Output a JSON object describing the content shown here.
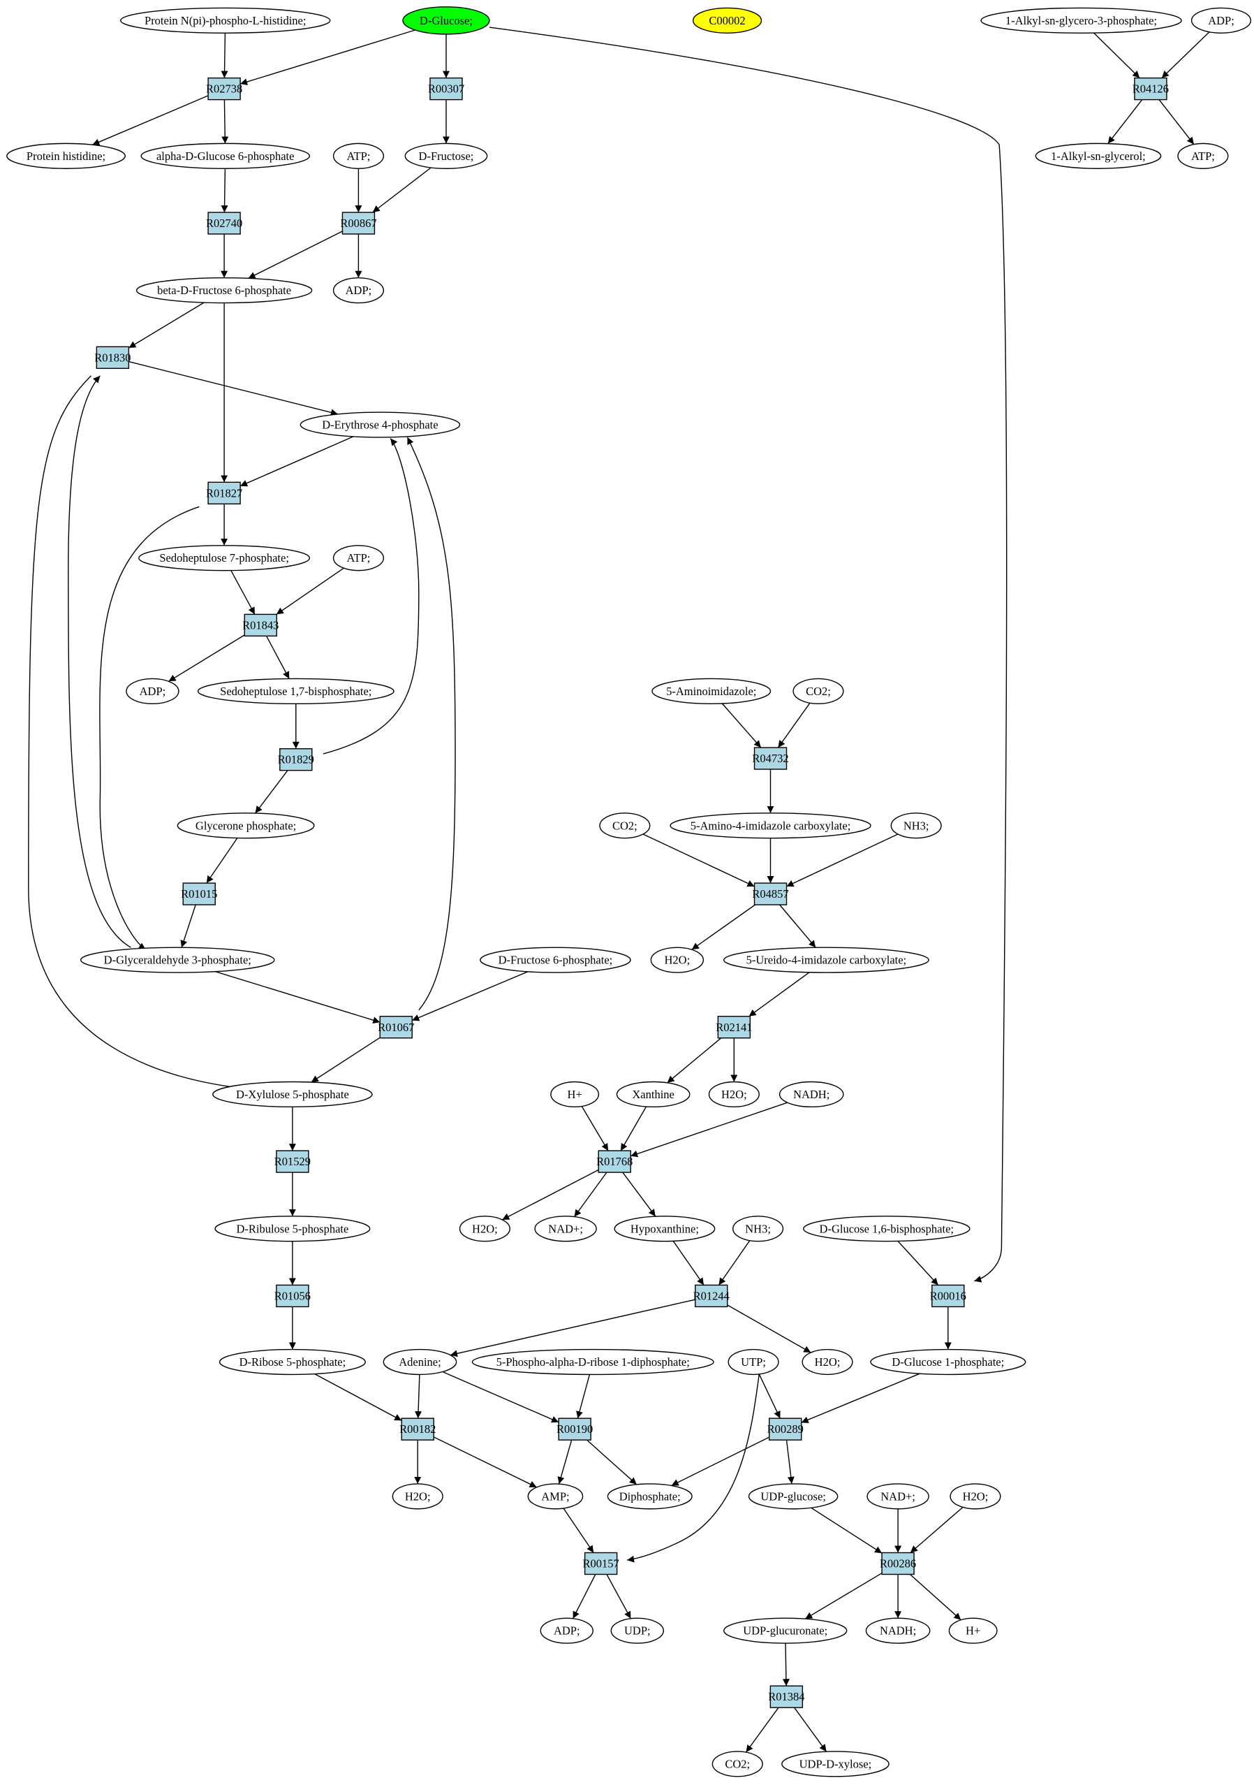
{
  "colors": {
    "reaction_fill": "#add8e6",
    "compound_fill": "#ffffff",
    "source_fill": "#00ff00",
    "highlight_fill": "#ffff00",
    "stroke": "#000000"
  },
  "nodes": {
    "n_prot_phis": {
      "kind": "compound",
      "label": "Protein N(pi)-phospho-L-histidine;"
    },
    "n_dglc": {
      "kind": "compound",
      "label": "D-Glucose;",
      "fill": "#00ff00"
    },
    "n_c00002": {
      "kind": "compound",
      "label": "C00002",
      "fill": "#ffff00"
    },
    "n_alkylg3p": {
      "kind": "compound",
      "label": "1-Alkyl-sn-glycero-3-phosphate;"
    },
    "n_adp_top": {
      "kind": "compound",
      "label": "ADP;"
    },
    "r_R02738": {
      "kind": "reaction",
      "label": "R02738"
    },
    "r_R00307": {
      "kind": "reaction",
      "label": "R00307"
    },
    "r_R04126": {
      "kind": "reaction",
      "label": "R04126"
    },
    "n_prot_his": {
      "kind": "compound",
      "label": "Protein histidine;"
    },
    "n_adg6p": {
      "kind": "compound",
      "label": "alpha-D-Glucose 6-phosphate"
    },
    "n_atp_1": {
      "kind": "compound",
      "label": "ATP;"
    },
    "n_dfru": {
      "kind": "compound",
      "label": "D-Fructose;"
    },
    "n_alkylglycerol": {
      "kind": "compound",
      "label": "1-Alkyl-sn-glycerol;"
    },
    "n_atp_top": {
      "kind": "compound",
      "label": "ATP;"
    },
    "r_R02740": {
      "kind": "reaction",
      "label": "R02740"
    },
    "r_R00867": {
      "kind": "reaction",
      "label": "R00867"
    },
    "n_bdf6p": {
      "kind": "compound",
      "label": "beta-D-Fructose 6-phosphate"
    },
    "n_adp_1": {
      "kind": "compound",
      "label": "ADP;"
    },
    "r_R01830": {
      "kind": "reaction",
      "label": "R01830"
    },
    "n_e4p": {
      "kind": "compound",
      "label": "D-Erythrose 4-phosphate"
    },
    "r_R01827": {
      "kind": "reaction",
      "label": "R01827"
    },
    "n_s7p": {
      "kind": "compound",
      "label": "Sedoheptulose 7-phosphate;"
    },
    "n_atp_2": {
      "kind": "compound",
      "label": "ATP;"
    },
    "r_R01843": {
      "kind": "reaction",
      "label": "R01843"
    },
    "n_adp_2": {
      "kind": "compound",
      "label": "ADP;"
    },
    "n_s17bp": {
      "kind": "compound",
      "label": "Sedoheptulose 1,7-bisphosphate;"
    },
    "r_R01829": {
      "kind": "reaction",
      "label": "R01829"
    },
    "n_dhap": {
      "kind": "compound",
      "label": "Glycerone phosphate;"
    },
    "r_R01015": {
      "kind": "reaction",
      "label": "R01015"
    },
    "n_ga3p": {
      "kind": "compound",
      "label": "D-Glyceraldehyde 3-phosphate;"
    },
    "n_df6p": {
      "kind": "compound",
      "label": "D-Fructose 6-phosphate;"
    },
    "r_R01067": {
      "kind": "reaction",
      "label": "R01067"
    },
    "n_xu5p": {
      "kind": "compound",
      "label": "D-Xylulose 5-phosphate"
    },
    "r_R01529": {
      "kind": "reaction",
      "label": "R01529"
    },
    "n_ru5p": {
      "kind": "compound",
      "label": "D-Ribulose 5-phosphate"
    },
    "r_R01056": {
      "kind": "reaction",
      "label": "R01056"
    },
    "n_r5p": {
      "kind": "compound",
      "label": "D-Ribose 5-phosphate;"
    },
    "n_aim": {
      "kind": "compound",
      "label": "5-Aminoimidazole;"
    },
    "n_co2_1": {
      "kind": "compound",
      "label": "CO2;"
    },
    "r_R04732": {
      "kind": "reaction",
      "label": "R04732"
    },
    "n_co2_2": {
      "kind": "compound",
      "label": "CO2;"
    },
    "n_aic": {
      "kind": "compound",
      "label": "5-Amino-4-imidazole carboxylate;"
    },
    "n_nh3_1": {
      "kind": "compound",
      "label": "NH3;"
    },
    "r_R04857": {
      "kind": "reaction",
      "label": "R04857"
    },
    "n_h2o_1": {
      "kind": "compound",
      "label": "H2O;"
    },
    "n_uic": {
      "kind": "compound",
      "label": "5-Ureido-4-imidazole carboxylate;"
    },
    "r_R02141": {
      "kind": "reaction",
      "label": "R02141"
    },
    "n_hplus_1": {
      "kind": "compound",
      "label": "H+"
    },
    "n_xanthine": {
      "kind": "compound",
      "label": "Xanthine"
    },
    "n_h2o_2": {
      "kind": "compound",
      "label": "H2O;"
    },
    "n_nadh_1": {
      "kind": "compound",
      "label": "NADH;"
    },
    "r_R01768": {
      "kind": "reaction",
      "label": "R01768"
    },
    "n_h2o_3": {
      "kind": "compound",
      "label": "H2O;"
    },
    "n_nadp": {
      "kind": "compound",
      "label": "NAD+;"
    },
    "n_hypox": {
      "kind": "compound",
      "label": "Hypoxanthine;"
    },
    "n_nh3_2": {
      "kind": "compound",
      "label": "NH3;"
    },
    "n_g16bp": {
      "kind": "compound",
      "label": "D-Glucose 1,6-bisphosphate;"
    },
    "r_R01244": {
      "kind": "reaction",
      "label": "R01244"
    },
    "r_R00016": {
      "kind": "reaction",
      "label": "R00016"
    },
    "n_adenine": {
      "kind": "compound",
      "label": "Adenine;"
    },
    "n_prpp": {
      "kind": "compound",
      "label": "5-Phospho-alpha-D-ribose 1-diphosphate;"
    },
    "n_utp": {
      "kind": "compound",
      "label": "UTP;"
    },
    "n_h2o_4": {
      "kind": "compound",
      "label": "H2O;"
    },
    "n_g1p": {
      "kind": "compound",
      "label": "D-Glucose 1-phosphate;"
    },
    "r_R00182": {
      "kind": "reaction",
      "label": "R00182"
    },
    "r_R00190": {
      "kind": "reaction",
      "label": "R00190"
    },
    "r_R00289": {
      "kind": "reaction",
      "label": "R00289"
    },
    "n_h2o_5": {
      "kind": "compound",
      "label": "H2O;"
    },
    "n_amp": {
      "kind": "compound",
      "label": "AMP;"
    },
    "n_diphos": {
      "kind": "compound",
      "label": "Diphosphate;"
    },
    "n_udpglc": {
      "kind": "compound",
      "label": "UDP-glucose;"
    },
    "n_nadplus_2": {
      "kind": "compound",
      "label": "NAD+;"
    },
    "n_h2o_6": {
      "kind": "compound",
      "label": "H2O;"
    },
    "r_R00157": {
      "kind": "reaction",
      "label": "R00157"
    },
    "r_R00286": {
      "kind": "reaction",
      "label": "R00286"
    },
    "n_adp_3": {
      "kind": "compound",
      "label": "ADP;"
    },
    "n_udp": {
      "kind": "compound",
      "label": "UDP;"
    },
    "n_udpglcA": {
      "kind": "compound",
      "label": "UDP-glucuronate;"
    },
    "n_nadh_2": {
      "kind": "compound",
      "label": "NADH;"
    },
    "n_hplus_2": {
      "kind": "compound",
      "label": "H+"
    },
    "r_R01384": {
      "kind": "reaction",
      "label": "R01384"
    },
    "n_co2_3": {
      "kind": "compound",
      "label": "CO2;"
    },
    "n_udpxyl": {
      "kind": "compound",
      "label": "UDP-D-xylose;"
    }
  },
  "edges": [
    [
      "n_prot_phis",
      "r_R02738"
    ],
    [
      "n_dglc",
      "r_R02738"
    ],
    [
      "n_dglc",
      "r_R00307"
    ],
    [
      "n_dglc",
      "r_R00016"
    ],
    [
      "r_R02738",
      "n_prot_his"
    ],
    [
      "r_R02738",
      "n_adg6p"
    ],
    [
      "r_R00307",
      "n_dfru"
    ],
    [
      "n_alkylg3p",
      "r_R04126"
    ],
    [
      "n_adp_top",
      "r_R04126"
    ],
    [
      "r_R04126",
      "n_alkylglycerol"
    ],
    [
      "r_R04126",
      "n_atp_top"
    ],
    [
      "n_adg6p",
      "r_R02740"
    ],
    [
      "n_atp_1",
      "r_R00867"
    ],
    [
      "n_dfru",
      "r_R00867"
    ],
    [
      "r_R02740",
      "n_bdf6p"
    ],
    [
      "r_R00867",
      "n_bdf6p"
    ],
    [
      "r_R00867",
      "n_adp_1"
    ],
    [
      "n_bdf6p",
      "r_R01830"
    ],
    [
      "n_bdf6p",
      "r_R01827"
    ],
    [
      "r_R01830",
      "n_e4p"
    ],
    [
      "r_R01830",
      "n_xu5p"
    ],
    [
      "n_e4p",
      "r_R01827"
    ],
    [
      "r_R01827",
      "n_s7p"
    ],
    [
      "r_R01827",
      "n_ga3p"
    ],
    [
      "n_s7p",
      "r_R01843"
    ],
    [
      "n_atp_2",
      "r_R01843"
    ],
    [
      "r_R01843",
      "n_adp_2"
    ],
    [
      "r_R01843",
      "n_s17bp"
    ],
    [
      "n_s17bp",
      "r_R01829"
    ],
    [
      "r_R01829",
      "n_dhap"
    ],
    [
      "r_R01829",
      "n_e4p"
    ],
    [
      "n_dhap",
      "r_R01015"
    ],
    [
      "r_R01015",
      "n_ga3p"
    ],
    [
      "n_ga3p",
      "r_R01830"
    ],
    [
      "n_ga3p",
      "r_R01067"
    ],
    [
      "n_df6p",
      "r_R01067"
    ],
    [
      "r_R01067",
      "n_e4p"
    ],
    [
      "r_R01067",
      "n_xu5p"
    ],
    [
      "n_xu5p",
      "r_R01529"
    ],
    [
      "r_R01529",
      "n_ru5p"
    ],
    [
      "n_ru5p",
      "r_R01056"
    ],
    [
      "r_R01056",
      "n_r5p"
    ],
    [
      "n_aim",
      "r_R04732"
    ],
    [
      "n_co2_1",
      "r_R04732"
    ],
    [
      "r_R04732",
      "n_aic"
    ],
    [
      "n_co2_2",
      "r_R04857"
    ],
    [
      "n_aic",
      "r_R04857"
    ],
    [
      "n_nh3_1",
      "r_R04857"
    ],
    [
      "r_R04857",
      "n_h2o_1"
    ],
    [
      "r_R04857",
      "n_uic"
    ],
    [
      "n_uic",
      "r_R02141"
    ],
    [
      "r_R02141",
      "n_xanthine"
    ],
    [
      "r_R02141",
      "n_h2o_2"
    ],
    [
      "n_hplus_1",
      "r_R01768"
    ],
    [
      "n_xanthine",
      "r_R01768"
    ],
    [
      "n_nadh_1",
      "r_R01768"
    ],
    [
      "r_R01768",
      "n_h2o_3"
    ],
    [
      "r_R01768",
      "n_nadp"
    ],
    [
      "r_R01768",
      "n_hypox"
    ],
    [
      "n_hypox",
      "r_R01244"
    ],
    [
      "n_nh3_2",
      "r_R01244"
    ],
    [
      "r_R01244",
      "n_adenine"
    ],
    [
      "r_R01244",
      "n_h2o_4"
    ],
    [
      "n_g16bp",
      "r_R00016"
    ],
    [
      "r_R00016",
      "n_g1p"
    ],
    [
      "n_r5p",
      "r_R00182"
    ],
    [
      "n_adenine",
      "r_R00182"
    ],
    [
      "n_adenine",
      "r_R00190"
    ],
    [
      "n_prpp",
      "r_R00190"
    ],
    [
      "n_utp",
      "r_R00289"
    ],
    [
      "n_utp",
      "r_R00157"
    ],
    [
      "n_g1p",
      "r_R00289"
    ],
    [
      "r_R00182",
      "n_h2o_5"
    ],
    [
      "r_R00182",
      "n_amp"
    ],
    [
      "r_R00190",
      "n_amp"
    ],
    [
      "r_R00190",
      "n_diphos"
    ],
    [
      "r_R00289",
      "n_diphos"
    ],
    [
      "r_R00289",
      "n_udpglc"
    ],
    [
      "n_amp",
      "r_R00157"
    ],
    [
      "r_R00157",
      "n_adp_3"
    ],
    [
      "r_R00157",
      "n_udp"
    ],
    [
      "n_udpglc",
      "r_R00286"
    ],
    [
      "n_nadplus_2",
      "r_R00286"
    ],
    [
      "n_h2o_6",
      "r_R00286"
    ],
    [
      "r_R00286",
      "n_udpglcA"
    ],
    [
      "r_R00286",
      "n_nadh_2"
    ],
    [
      "r_R00286",
      "n_hplus_2"
    ],
    [
      "n_udpglcA",
      "r_R01384"
    ],
    [
      "r_R01384",
      "n_co2_3"
    ],
    [
      "r_R01384",
      "n_udpxyl"
    ]
  ]
}
